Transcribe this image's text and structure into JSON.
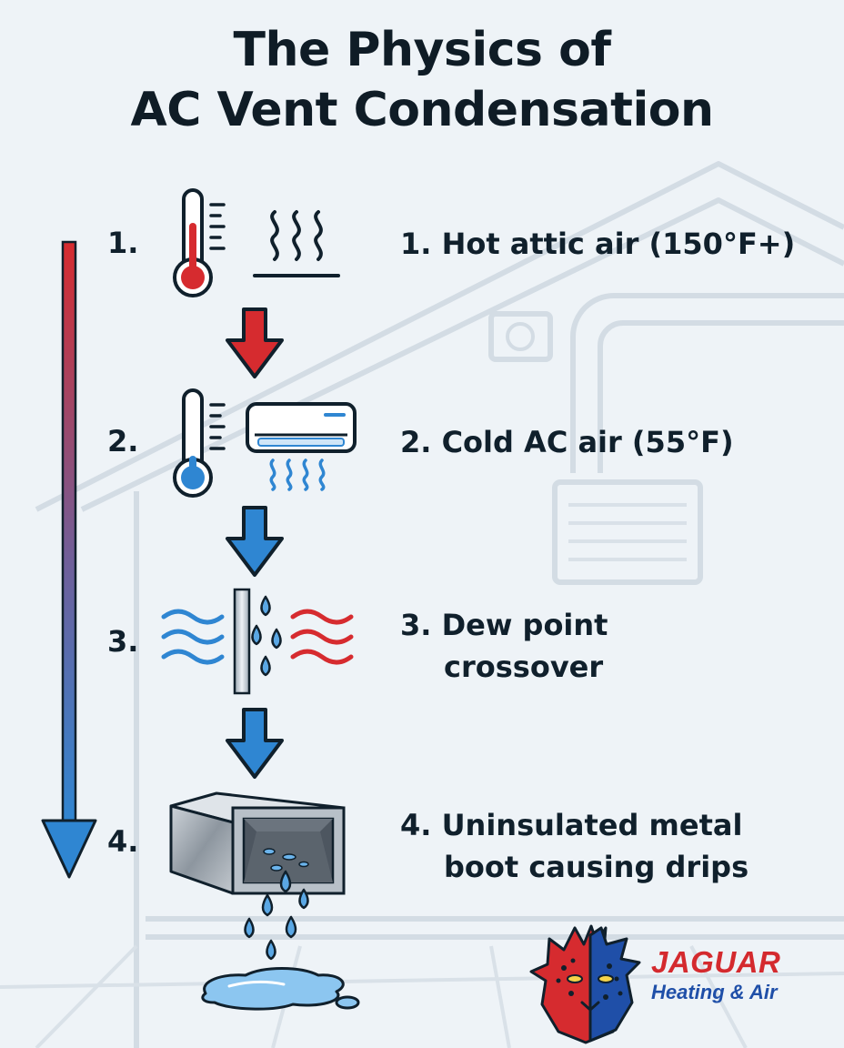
{
  "title": {
    "line1": "The Physics of",
    "line2": "AC Vent Condensation"
  },
  "steps": [
    {
      "number": "1.",
      "label_lines": [
        "1. Hot attic air (150°F+)"
      ]
    },
    {
      "number": "2.",
      "label_lines": [
        "2. Cold AC air (55°F)"
      ]
    },
    {
      "number": "3.",
      "label_lines": [
        "3. Dew point",
        "crossover"
      ]
    },
    {
      "number": "4.",
      "label_lines": [
        "4. Uninsulated metal",
        "boot causing drips"
      ]
    }
  ],
  "icons": {
    "step1": [
      "thermometer-hot-icon",
      "heat-waves-icon"
    ],
    "step2": [
      "thermometer-cold-icon",
      "ac-unit-icon",
      "cold-air-icon"
    ],
    "step3": [
      "cold-air-waves-icon",
      "glass-pane-droplets-icon",
      "hot-air-waves-icon"
    ],
    "step4": [
      "metal-boot-icon",
      "water-drips-icon",
      "water-puddle-icon"
    ],
    "flow": [
      "red-down-arrow-icon",
      "blue-down-arrow-icon",
      "blue-down-arrow-icon",
      "gradient-timeline-arrow-icon"
    ]
  },
  "logo": {
    "brand": "JAGUAR",
    "subtitle": "Heating & Air"
  },
  "colors": {
    "hot": "#d62b2f",
    "cold": "#2f86d2",
    "text": "#10202c",
    "background": "#eef3f7"
  }
}
